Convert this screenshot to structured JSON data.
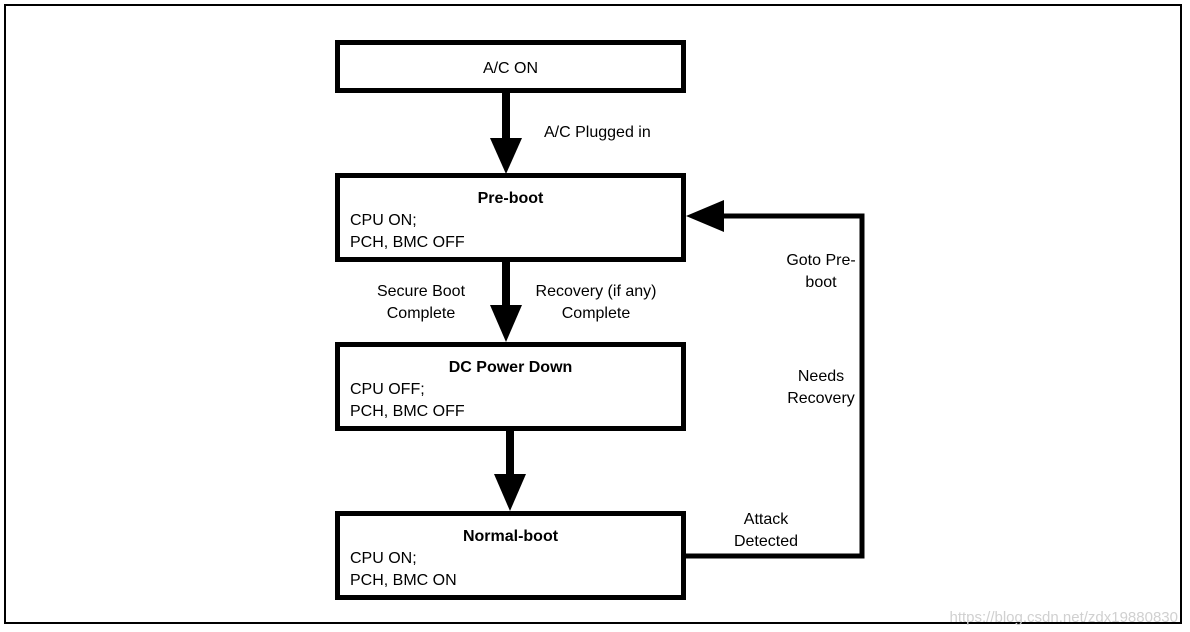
{
  "boxes": {
    "ac_on": {
      "label": "A/C ON"
    },
    "preboot": {
      "title": "Pre-boot",
      "line1": "CPU ON;",
      "line2": "PCH, BMC OFF"
    },
    "dc_power_down": {
      "title": "DC Power Down",
      "line1": "CPU OFF;",
      "line2": "PCH, BMC OFF"
    },
    "normal_boot": {
      "title": "Normal-boot",
      "line1": "CPU ON;",
      "line2": "PCH, BMC ON"
    }
  },
  "edges": {
    "ac_plugged": "A/C Plugged in",
    "secure_boot": {
      "line1": "Secure Boot",
      "line2": "Complete"
    },
    "recovery": {
      "line1": "Recovery (if any)",
      "line2": "Complete"
    },
    "goto_preboot": {
      "line1": "Goto Pre-",
      "line2": "boot"
    },
    "needs_recovery": {
      "line1": "Needs",
      "line2": "Recovery"
    },
    "attack_detected": {
      "line1": "Attack",
      "line2": "Detected"
    }
  },
  "watermark": "https://blog.csdn.net/zdx19880830",
  "colors": {
    "stroke": "#000000",
    "background": "#ffffff",
    "watermark": "#d0d0d0"
  }
}
